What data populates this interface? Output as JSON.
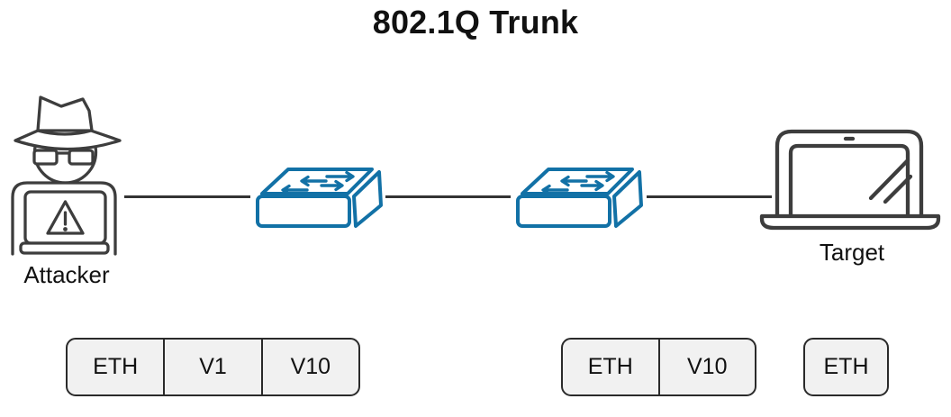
{
  "title": "802.1Q Trunk",
  "nodes": {
    "attacker": {
      "label": "Attacker",
      "icon": "hacker-with-laptop-warning-icon"
    },
    "switch_left": {
      "icon": "network-switch-icon"
    },
    "switch_right": {
      "icon": "network-switch-icon"
    },
    "target": {
      "label": "Target",
      "icon": "laptop-icon"
    }
  },
  "links": [
    {
      "from": "attacker",
      "to": "switch_left"
    },
    {
      "from": "switch_left",
      "to": "switch_right",
      "label": ""
    },
    {
      "from": "switch_right",
      "to": "target"
    }
  ],
  "frames": [
    {
      "name": "attacker-frame",
      "cells": [
        "ETH",
        "V1",
        "V10"
      ]
    },
    {
      "name": "trunk-frame",
      "cells": [
        "ETH",
        "V10"
      ]
    },
    {
      "name": "target-frame",
      "cells": [
        "ETH"
      ]
    }
  ],
  "colors": {
    "switch_blue": "#1271A6",
    "icon_gray": "#3D3D3D",
    "link_line": "#333333",
    "text": "#111111",
    "frame_fill": "#F1F1F1",
    "frame_border": "#2A2A2A"
  }
}
